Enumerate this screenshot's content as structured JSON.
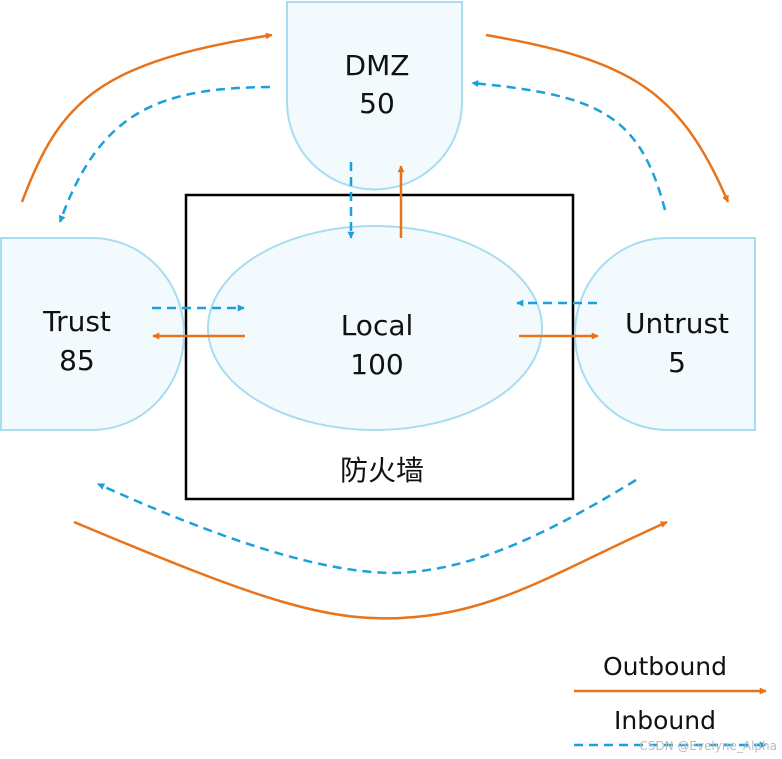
{
  "zones": {
    "dmz": {
      "name": "DMZ",
      "priority": "50"
    },
    "trust": {
      "name": "Trust",
      "priority": "85"
    },
    "untrust": {
      "name": "Untrust",
      "priority": "5"
    },
    "local": {
      "name": "Local",
      "priority": "100"
    }
  },
  "firewall_label": "防火墙",
  "legend": {
    "outbound": "Outbound",
    "inbound": "Inbound"
  },
  "watermark": "CSDN @Evelyne_Alpha",
  "colors": {
    "outbound": "#E8731A",
    "inbound": "#1CA0DC",
    "zone_fill": "#F3FAFD",
    "zone_stroke": "#A7DDF0",
    "firewall_stroke": "#000000"
  }
}
